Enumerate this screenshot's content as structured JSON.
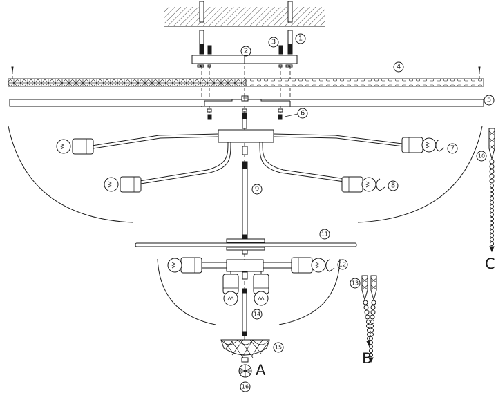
{
  "callouts": [
    "1",
    "2",
    "3",
    "4",
    "5",
    "6",
    "7",
    "8",
    "9",
    "10",
    "11",
    "12",
    "13",
    "14",
    "15",
    "16"
  ],
  "variant_labels": [
    "A",
    "B",
    "C"
  ]
}
